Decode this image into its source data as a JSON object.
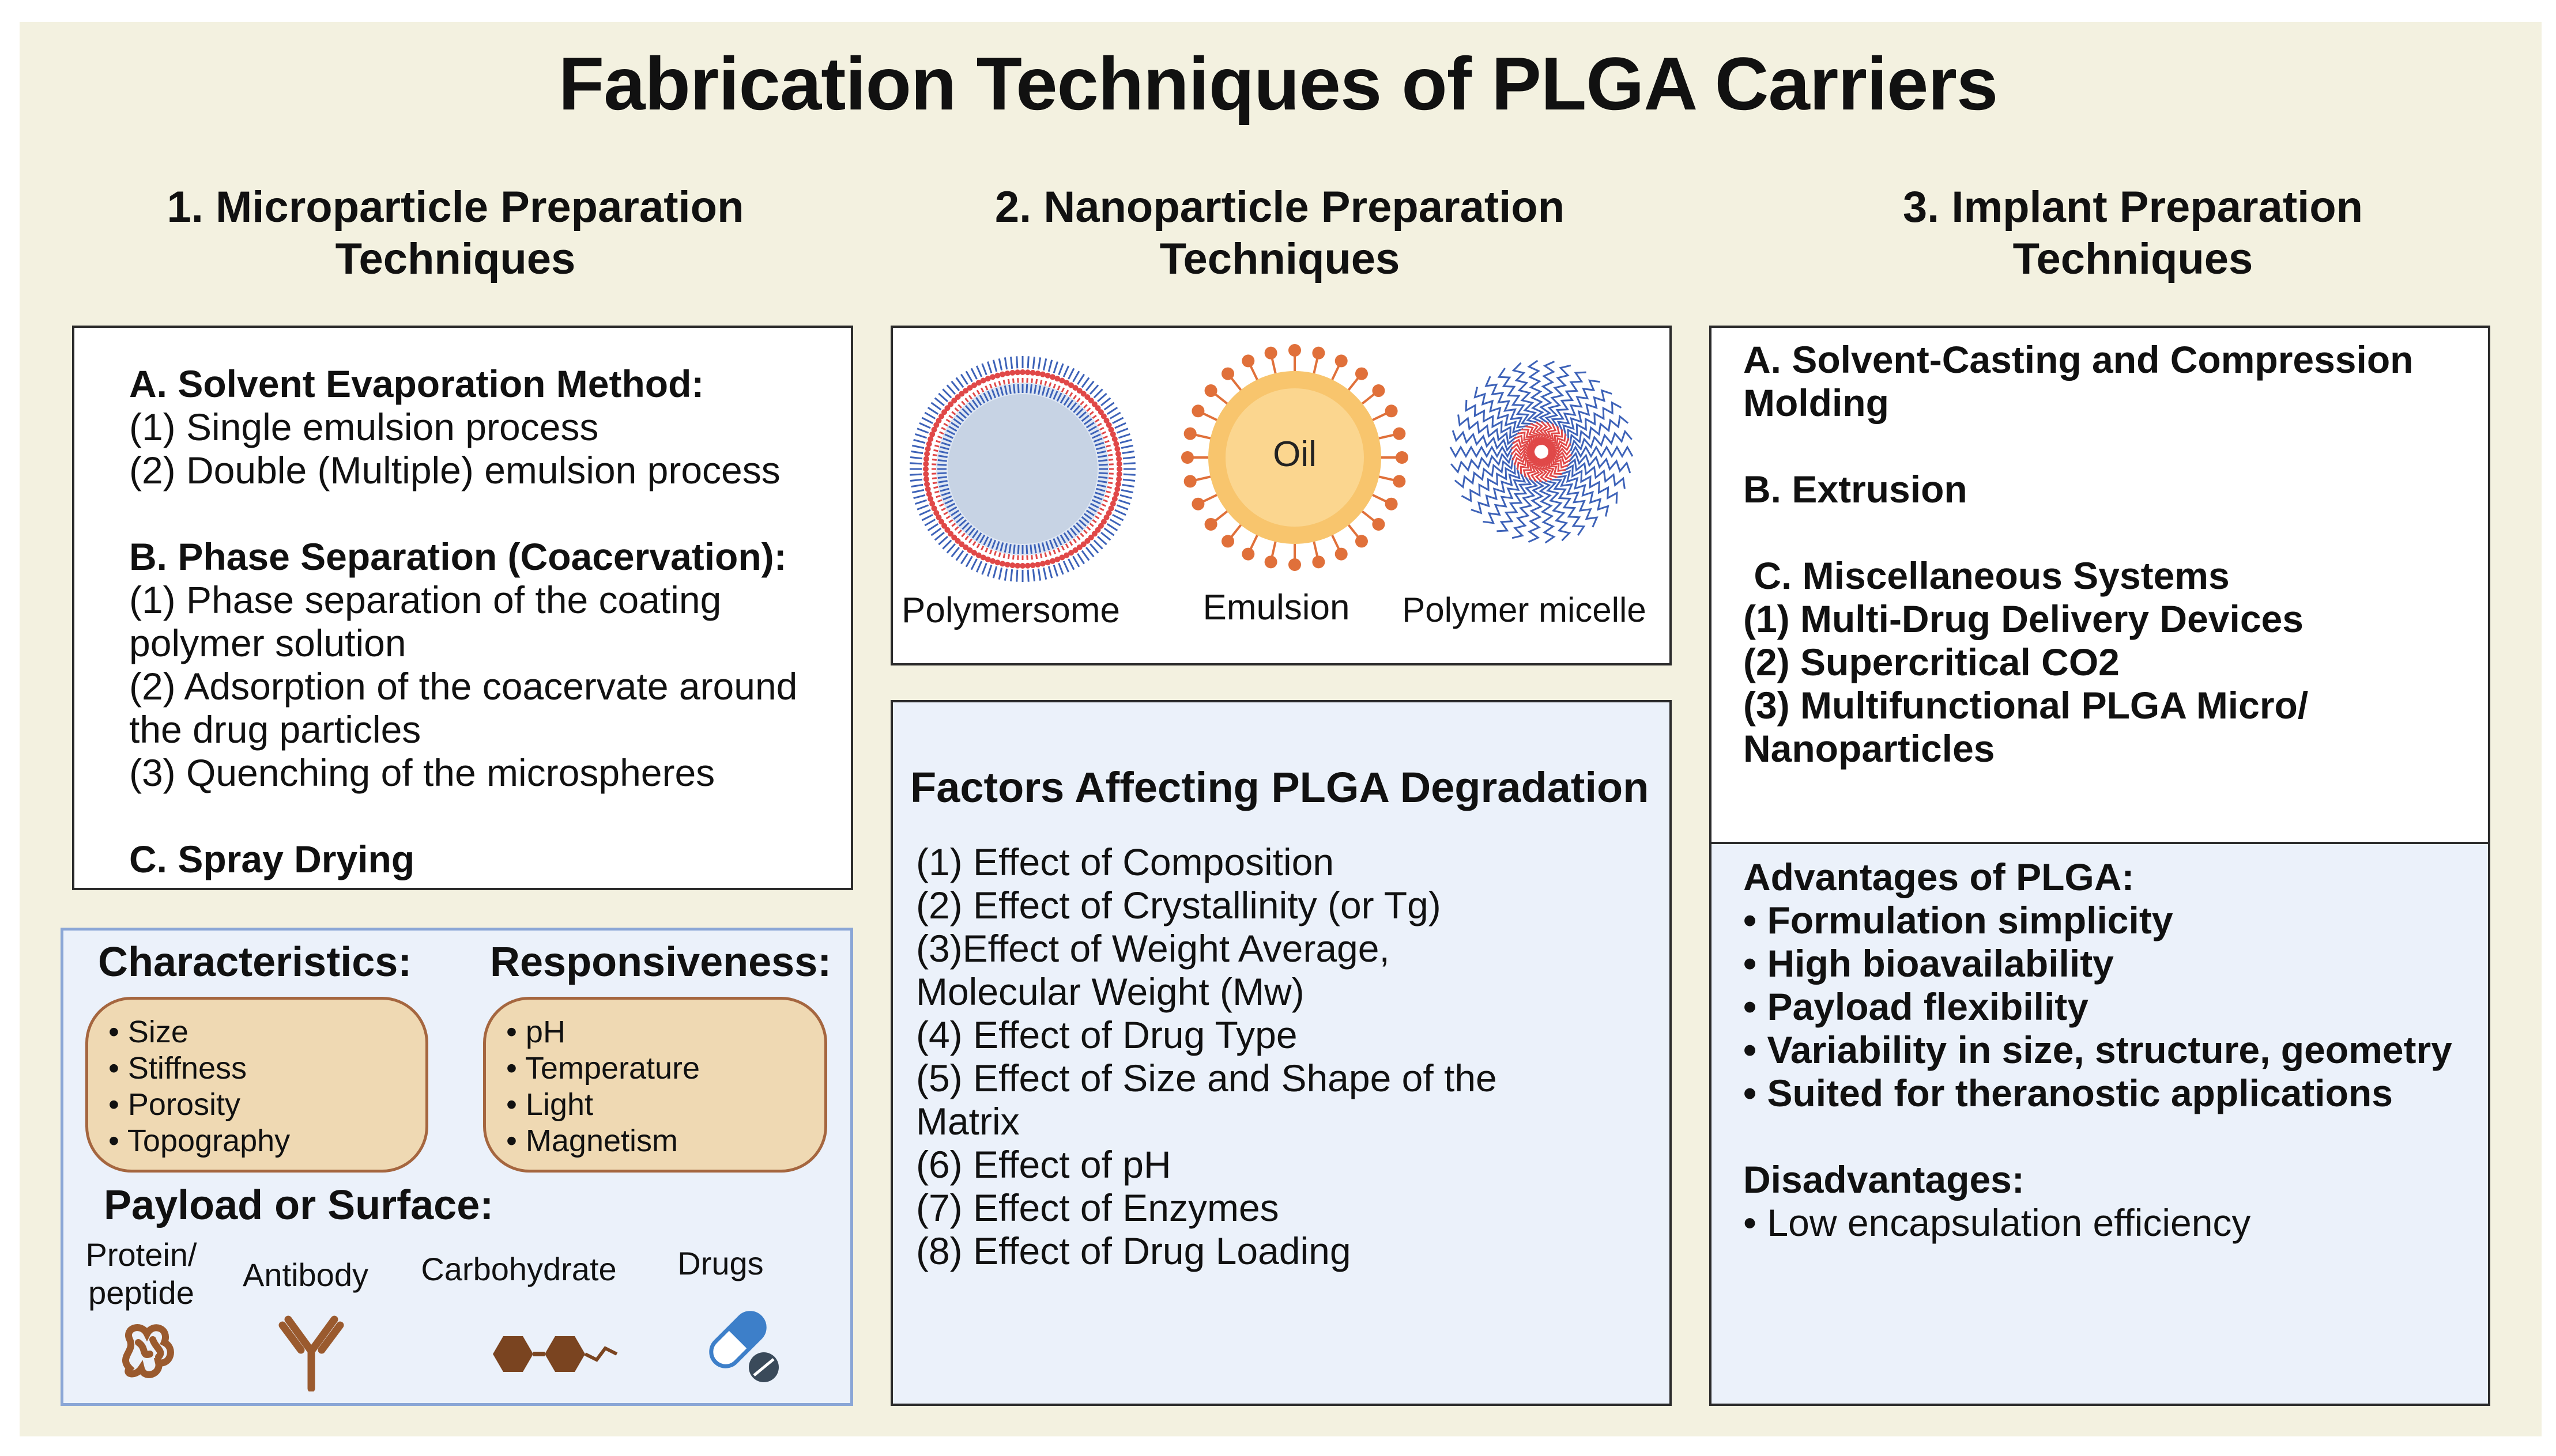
{
  "title": "Fabrication Techniques of PLGA Carriers",
  "columns": {
    "micro_heading": [
      "1. Microparticle Preparation",
      "Techniques"
    ],
    "nano_heading": [
      "2. Nanoparticle Preparation",
      "Techniques"
    ],
    "implant_heading": [
      "3. Implant Preparation",
      "Techniques"
    ]
  },
  "micro_box": {
    "a_title": "A. Solvent Evaporation Method:",
    "a_items": [
      "(1) Single emulsion process",
      "(2) Double (Multiple) emulsion process"
    ],
    "b_title": "B. Phase Separation (Coacervation):",
    "b_items": [
      "(1) Phase separation of the coating",
      "polymer solution",
      "(2) Adsorption of the coacervate around",
      "the drug particles",
      "(3) Quenching of the microspheres"
    ],
    "c_title": "C.  Spray Drying"
  },
  "props_box": {
    "characteristics_title": "Characteristics:",
    "characteristics": [
      "• Size",
      "• Stiffness",
      "• Porosity",
      "• Topography"
    ],
    "responsiveness_title": "Responsiveness:",
    "responsiveness": [
      "• pH",
      "• Temperature",
      "• Light",
      "• Magnetism"
    ],
    "payload_title": "Payload or Surface:",
    "payload_items": [
      {
        "label": [
          "Protein/",
          "peptide"
        ],
        "icon": "protein-icon"
      },
      {
        "label": [
          "Antibody"
        ],
        "icon": "antibody-icon"
      },
      {
        "label": [
          "Carbohydrate"
        ],
        "icon": "carbohydrate-icon"
      },
      {
        "label": [
          "Drugs"
        ],
        "icon": "capsule-icon"
      }
    ]
  },
  "nano_box": {
    "particles": [
      "Polymersome",
      "Emulsion",
      "Polymer micelle"
    ],
    "oil_label": "Oil"
  },
  "factors_box": {
    "title": "Factors Affecting PLGA Degradation",
    "items": [
      "(1) Effect of Composition",
      "(2) Effect of Crystallinity (or Tg)",
      "(3)Effect of Weight Average,",
      "Molecular Weight (Mw)",
      "(4) Effect of Drug Type",
      "(5) Effect of Size and Shape of the",
      "Matrix",
      "(6) Effect of pH",
      "(7) Effect of Enzymes",
      "(8) Effect of Drug Loading"
    ]
  },
  "implant_box": {
    "lines": [
      "A. Solvent-Casting and Compression",
      "Molding",
      "B. Extrusion",
      " C. Miscellaneous Systems",
      "(1) Multi-Drug Delivery Devices",
      "(2) Supercritical CO2",
      "(3) Multifunctional PLGA Micro/",
      "Nanoparticles"
    ]
  },
  "advantages_box": {
    "adv_title": "Advantages of PLGA:",
    "adv_items": [
      "• Formulation simplicity",
      "• High bioavailability",
      "• Payload flexibility",
      "• Variability in size, structure, geometry",
      "• Suited for theranostic applications"
    ],
    "dis_title": "Disadvantages:",
    "dis_items": [
      "• Low encapsulation efficiency"
    ]
  },
  "colors": {
    "background": "#f3f1e0",
    "blue_panel": "#ebf1fa",
    "tan_fill": "#efd9b3",
    "brown_icon": "#9a5a2e",
    "lipid_red": "#e04848",
    "lipid_blue": "#3d62b8",
    "oil_fill": "#f8c56d",
    "droplet_orange": "#e0703a"
  }
}
